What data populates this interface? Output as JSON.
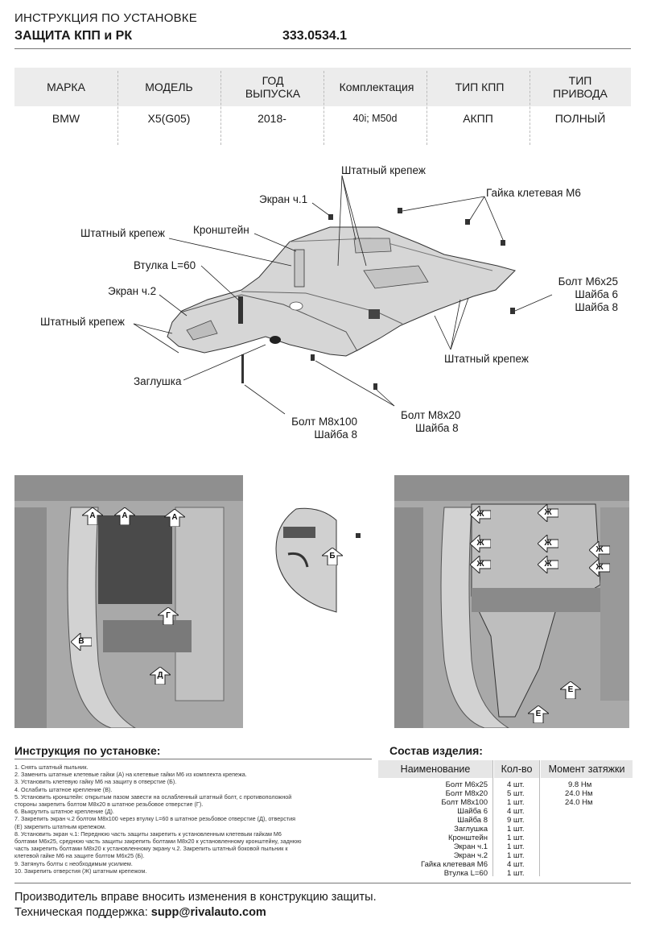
{
  "header": {
    "title": "ИНСТРУКЦИЯ ПО УСТАНОВКЕ",
    "subtitle": "ЗАЩИТА КПП и РК",
    "code": "333.0534.1"
  },
  "spec_table": {
    "columns": [
      "МАРКА",
      "МОДЕЛЬ",
      "ГОД ВЫПУСКА",
      "Комплектация",
      "ТИП КПП",
      "ТИП ПРИВОДА"
    ],
    "values": [
      "BMW",
      "X5(G05)",
      "2018-",
      "40i; M50d",
      "АКПП",
      "ПОЛНЫЙ"
    ]
  },
  "diagram_labels": {
    "shtatny_top": "Штатный крепеж",
    "ekran1": "Экран ч.1",
    "gaika": "Гайка клетевая М6",
    "shtatny_left": "Штатный крепеж",
    "kronshtein": "Кронштейн",
    "vtulka": "Втулка L=60",
    "bolt_m6_line1": "Болт М6х25",
    "bolt_m6_line2": "Шайба 6",
    "bolt_m6_line3": "Шайба 8",
    "ekran2": "Экран ч.2",
    "shtatny_left2": "Штатный крепеж",
    "shtatny_right": "Штатный крепеж",
    "zaglushka": "Заглушка",
    "bolt_m8x20_line1": "Болт М8х20",
    "bolt_m8x20_line2": "Шайба 8",
    "bolt_m8x100_line1": "Болт М8х100",
    "bolt_m8x100_line2": "Шайба 8"
  },
  "photo_marks": {
    "left": [
      "А",
      "А",
      "А",
      "В",
      "Г",
      "Д"
    ],
    "middle": [
      "Б"
    ],
    "right": [
      "Ж",
      "Ж",
      "Ж",
      "Ж",
      "Ж",
      "Ж",
      "Ж",
      "Ж",
      "Е",
      "Е"
    ]
  },
  "instructions": {
    "title": "Инструкция по установке:",
    "steps": [
      "1. Снять штатный пыльник.",
      "2. Заменить штатные клетевые гайки (А) на клетевые гайки М6 из комплекта крепежа.",
      "3. Установить клетевую гайку М6 на защиту в отверстие (Б).",
      "4. Ослабить штатное крепление (В).",
      "5. Установить кронштейн: открытым пазом завести на ослабленный штатный болт, с противоположной",
      "стороны закрепить болтом М8х20 в штатное резьбовое отверстие (Г).",
      "6. Выкрутить штатное крепление (Д).",
      "7. Закрепить экран ч.2 болтом М8х100 через втулку L=60 в штатное резьбовое отверстие (Д), отверстия",
      "(Е) закрепить штатным крепежом.",
      "8. Установить экран ч.1: Переднюю часть защиты закрепить к установленным клетевым гайкам М6",
      "болтами М6х25, среднюю часть защиты закрепить болтами М8х20 к установленному кронштейну, заднюю",
      "часть закрепить болтами М8х20 к установленному экрану ч.2. Закрепить штатный боковой пыльник к",
      "клетевой гайке М6 на защите болтом М6х25 (Б).",
      "9. Затянуть болты с необходимым усилием.",
      "10. Закрепить отверстия (Ж) штатным крепежом."
    ]
  },
  "composition": {
    "title": "Состав изделия:",
    "headers": [
      "Наименование",
      "Кол-во",
      "Момент затяжки"
    ],
    "rows": [
      {
        "name": "Болт М6х25",
        "qty": "4 шт.",
        "torque": "9.8 Нм"
      },
      {
        "name": "Болт М8х20",
        "qty": "5 шт.",
        "torque": "24.0 Нм"
      },
      {
        "name": "Болт М8х100",
        "qty": "1 шт.",
        "torque": "24.0 Нм"
      },
      {
        "name": "Шайба 6",
        "qty": "4 шт.",
        "torque": ""
      },
      {
        "name": "Шайба 8",
        "qty": "9 шт.",
        "torque": ""
      },
      {
        "name": "Заглушка",
        "qty": "1 шт.",
        "torque": ""
      },
      {
        "name": "Кронштейн",
        "qty": "1 шт.",
        "torque": ""
      },
      {
        "name": "Экран ч.1",
        "qty": "1 шт.",
        "torque": ""
      },
      {
        "name": "Экран ч.2",
        "qty": "1 шт.",
        "torque": ""
      },
      {
        "name": "Гайка клетевая М6",
        "qty": "4 шт.",
        "torque": ""
      },
      {
        "name": "Втулка L=60",
        "qty": "1 шт.",
        "torque": ""
      }
    ]
  },
  "footer": {
    "note": "Производитель вправе вносить изменения в конструкцию защиты.",
    "support_label": "Техническая поддержка:",
    "support_email": "supp@rivalauto.com"
  }
}
